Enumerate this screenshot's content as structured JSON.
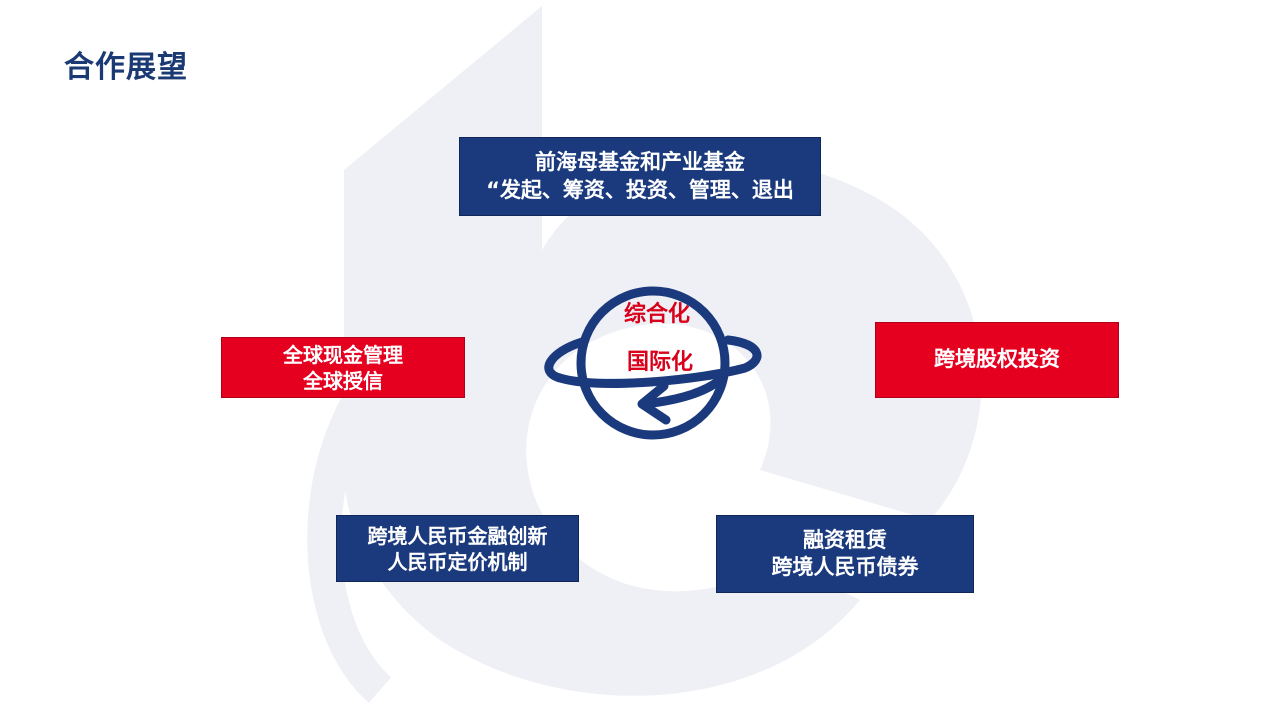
{
  "page": {
    "title": "合作展望"
  },
  "center": {
    "line1": "综合化",
    "line2": "国际化"
  },
  "boxes": {
    "top": {
      "line1": "前海母基金和产业基金",
      "line2": "“发起、筹资、投资、管理、退出"
    },
    "left": {
      "line1": "全球现金管理",
      "line2": "全球授信"
    },
    "right": {
      "line1": "跨境股权投资"
    },
    "bottom_left": {
      "line1": "跨境人民币金融创新",
      "line2": "人民币定价机制"
    },
    "bottom_right": {
      "line1": "融资租赁",
      "line2": "跨境人民币债券"
    }
  },
  "colors": {
    "navy": "#1b3a7d",
    "red": "#e60020",
    "watermark": "#eef0f5"
  }
}
